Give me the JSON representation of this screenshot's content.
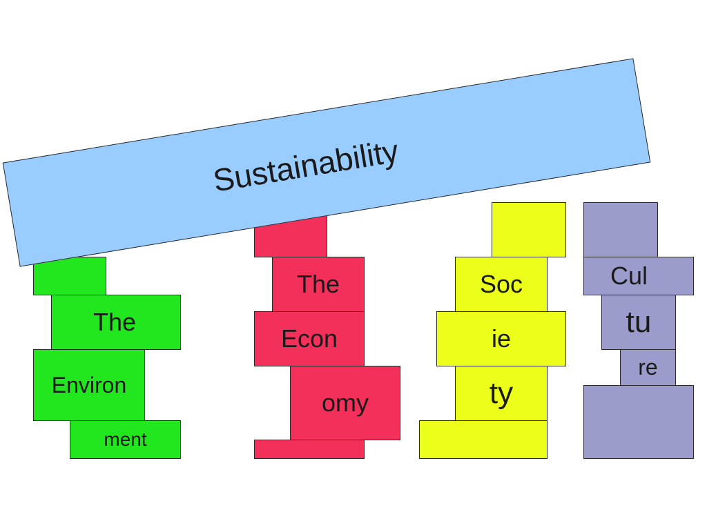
{
  "beam": {
    "label": "Sustainability",
    "color": "#99ccff"
  },
  "pillars": {
    "environment": {
      "color": "#22e61e",
      "labels": [
        "The",
        "Environ",
        "ment"
      ]
    },
    "economy": {
      "color": "#f2305a",
      "labels": [
        "The",
        "Econ",
        "omy"
      ]
    },
    "society": {
      "color": "#ecff1a",
      "labels": [
        "Soc",
        "ie",
        "ty"
      ]
    },
    "culture": {
      "color": "#9b9bcc",
      "labels": [
        "Cul",
        "tu",
        "re"
      ]
    }
  }
}
